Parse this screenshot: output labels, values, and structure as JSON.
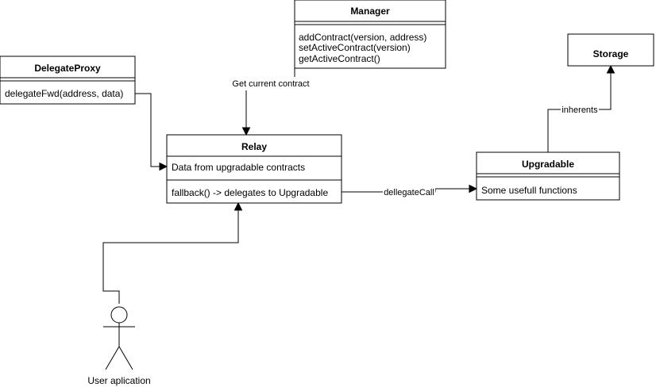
{
  "classes": {
    "manager": {
      "name": "Manager",
      "methods": [
        "addContract(version, address)",
        "setActiveContract(version)",
        "getActiveContract()"
      ]
    },
    "delegate_proxy": {
      "name": "DelegateProxy",
      "methods": [
        "delegateFwd(address, data)"
      ]
    },
    "relay": {
      "name": "Relay",
      "attributes": [
        "Data from upgradable contracts"
      ],
      "methods": [
        "fallback() -> delegates to Upgradable"
      ]
    },
    "storage": {
      "name": "Storage"
    },
    "upgradable": {
      "name": "Upgradable",
      "methods": [
        "Some usefull functions"
      ]
    }
  },
  "edges": {
    "manager_to_relay": "Get current contract",
    "relay_to_upgradable": "dellegateCall",
    "upgradable_to_storage": "inherents"
  },
  "actor": {
    "label": "User aplication"
  }
}
